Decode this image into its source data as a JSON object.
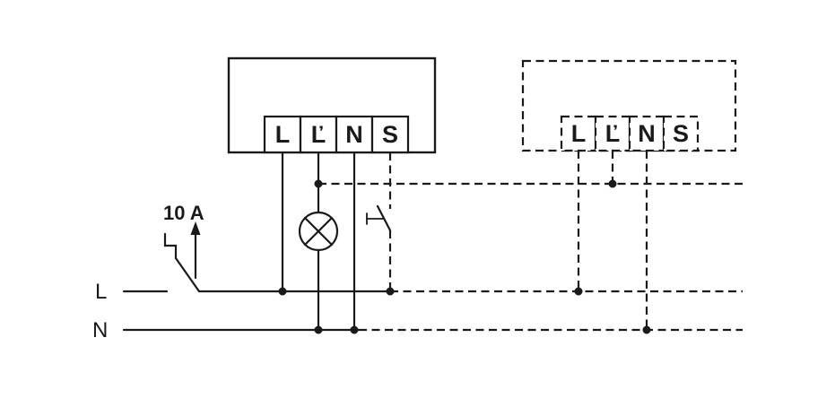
{
  "colors": {
    "line": "#1a1a1a",
    "background": "#ffffff"
  },
  "bus_labels": {
    "phase": "L",
    "neutral": "N"
  },
  "breaker": {
    "label": "10 A"
  },
  "device1": {
    "terminals": [
      "L",
      "Ľ",
      "N",
      "S"
    ]
  },
  "device2": {
    "terminals": [
      "L",
      "Ľ",
      "N",
      "S"
    ]
  },
  "icons": {
    "lamp": "lamp-icon",
    "pushbutton": "pushbutton-icon",
    "circuit_breaker": "circuit-breaker-icon",
    "junction": "junction-dot"
  }
}
